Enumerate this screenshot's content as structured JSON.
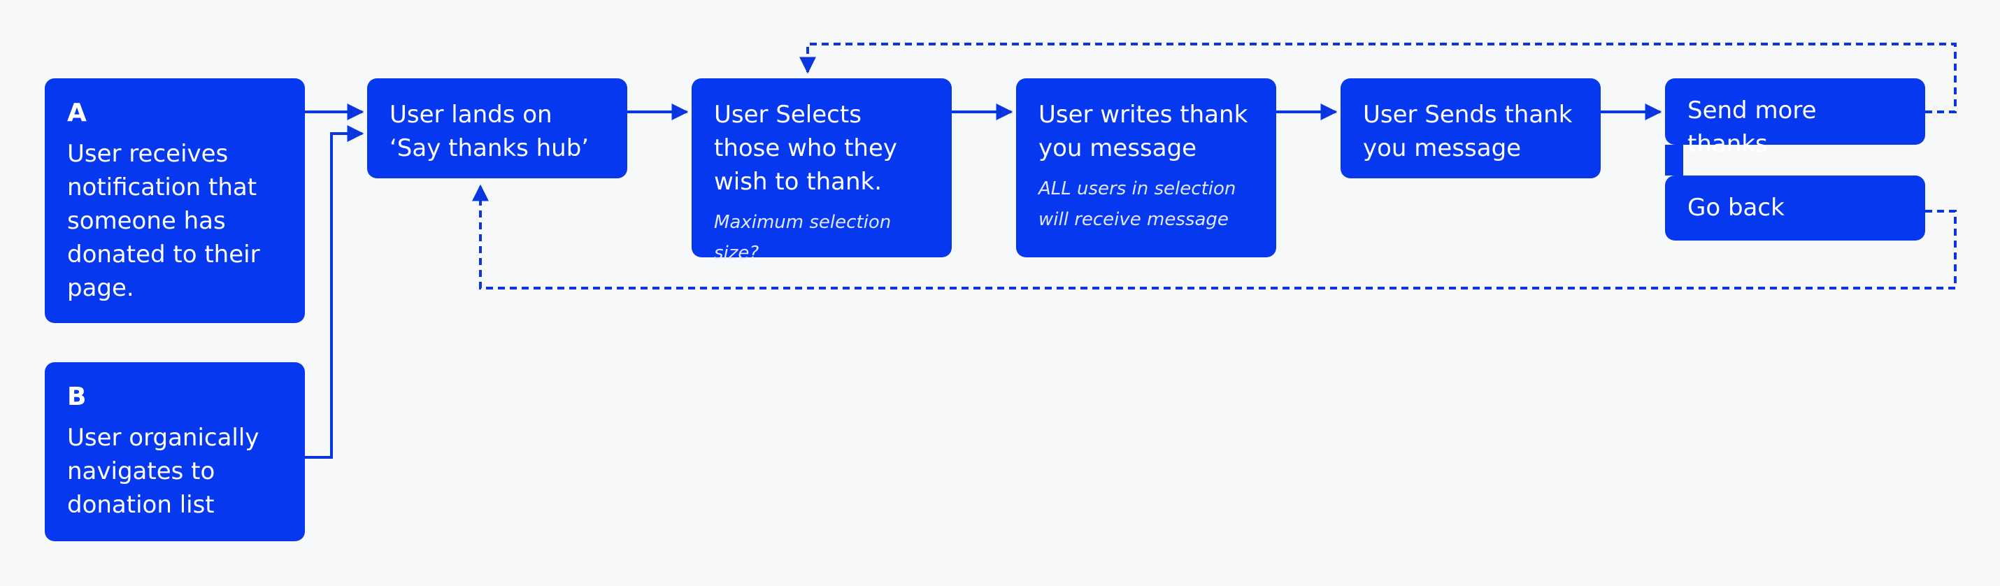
{
  "diagram": {
    "colors": {
      "box": "#0639ef",
      "line": "#0a36e0",
      "background": "#f7f8fa"
    },
    "start_a": {
      "tag": "A",
      "text": "User receives notification that someone has donated to their page."
    },
    "start_b": {
      "tag": "B",
      "text": "User organically navigates to donation list"
    },
    "hub": {
      "text": "User lands on ‘Say thanks hub’"
    },
    "select": {
      "text": "User Selects those who they wish to thank.",
      "note": "Maximum selection size?"
    },
    "write": {
      "text": "User writes thank you message",
      "note": "ALL users in selection will receive message"
    },
    "send": {
      "text": "User Sends thank you message"
    },
    "more": {
      "text": "Send more thanks"
    },
    "back": {
      "text": "Go back"
    }
  }
}
